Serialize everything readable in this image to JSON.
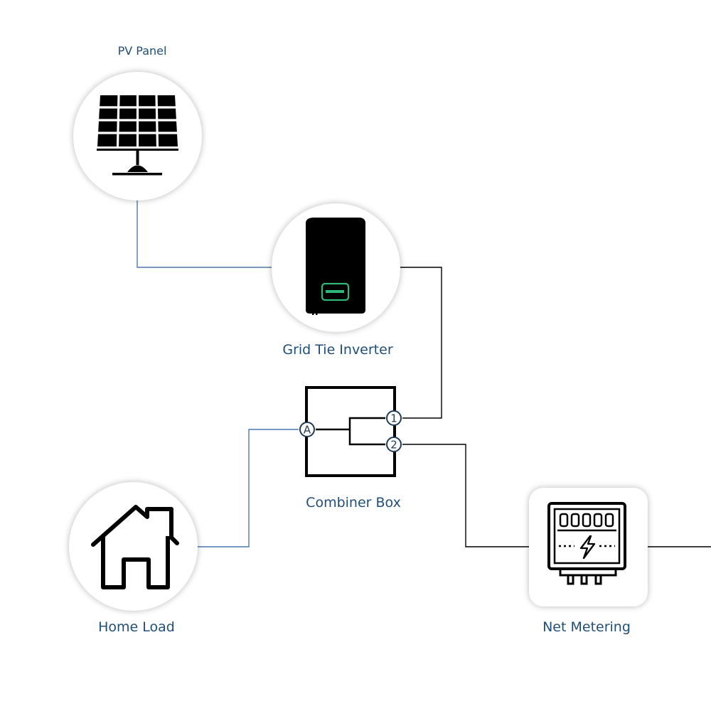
{
  "nodes": {
    "pv_panel": {
      "label": "PV Panel",
      "icon": "solar-panel-icon"
    },
    "inverter": {
      "label": "Grid Tie Inverter",
      "icon": "inverter-icon"
    },
    "combiner": {
      "label": "Combiner Box",
      "icon": "combiner-box-icon",
      "ports": {
        "input": "A",
        "output_1": "1",
        "output_2": "2"
      }
    },
    "home_load": {
      "label": "Home Load",
      "icon": "house-icon"
    },
    "net_metering": {
      "label": "Net Metering",
      "icon": "electric-meter-icon"
    }
  },
  "colors": {
    "label": "#1f4e79",
    "dc_wire": "#4a78b0",
    "ac_wire": "#000000",
    "inverter_display": "#2db87a"
  }
}
